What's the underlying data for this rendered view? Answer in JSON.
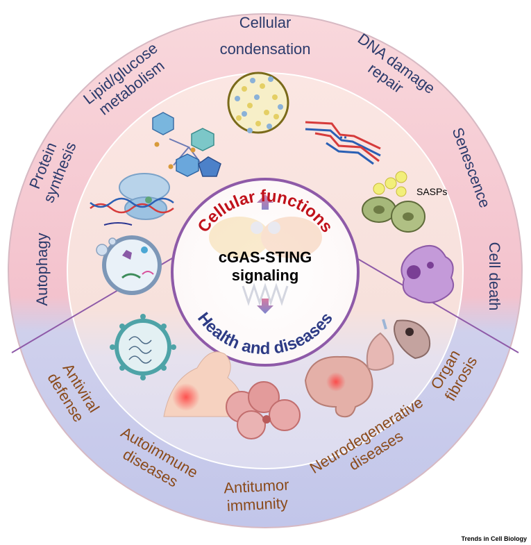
{
  "center": {
    "top_label": "Cellular functions",
    "main_line1": "cGAS-STING",
    "main_line2": "signaling",
    "bottom_label": "Health and diseases"
  },
  "functions": [
    "Autophagy",
    "Protein synthesis",
    "Lipid/glucose metabolism",
    "Cellular condensation",
    "DNA damage repair",
    "Senescence",
    "Cell death"
  ],
  "function_lines": {
    "autophagy": [
      "Autophagy"
    ],
    "protein": [
      "Protein",
      "synthesis"
    ],
    "lipid": [
      "Lipid/glucose",
      "metabolism"
    ],
    "condensation": [
      "Cellular",
      "condensation"
    ],
    "dna": [
      "DNA damage",
      "repair"
    ],
    "senescence": [
      "Senescence"
    ],
    "death": [
      "Cell death"
    ]
  },
  "diseases": [
    "Antiviral defense",
    "Autoimmune diseases",
    "Antitumor immunity",
    "Neurodegenerative diseases",
    "Organ fibrosis"
  ],
  "disease_lines": {
    "antiviral": [
      "Antiviral",
      "defense"
    ],
    "autoimmune": [
      "Autoimmune",
      "diseases"
    ],
    "antitumor": [
      "Antitumor",
      "immunity"
    ],
    "neuro": [
      "Neurodegenerative",
      "diseases"
    ],
    "fibrosis": [
      "Organ",
      "fibrosis"
    ]
  },
  "sasps_label": "SASPs",
  "credit": "Trends in Cell Biology",
  "colors": {
    "top_ring": "#f6c5cf",
    "bottom_ring": "#c9cbe9",
    "divider": "#8e5aa8",
    "function_text": "#2b3a6b",
    "disease_text": "#8a4a1a",
    "cellular_functions_label": "#c0111a",
    "health_label": "#2d3b85"
  }
}
